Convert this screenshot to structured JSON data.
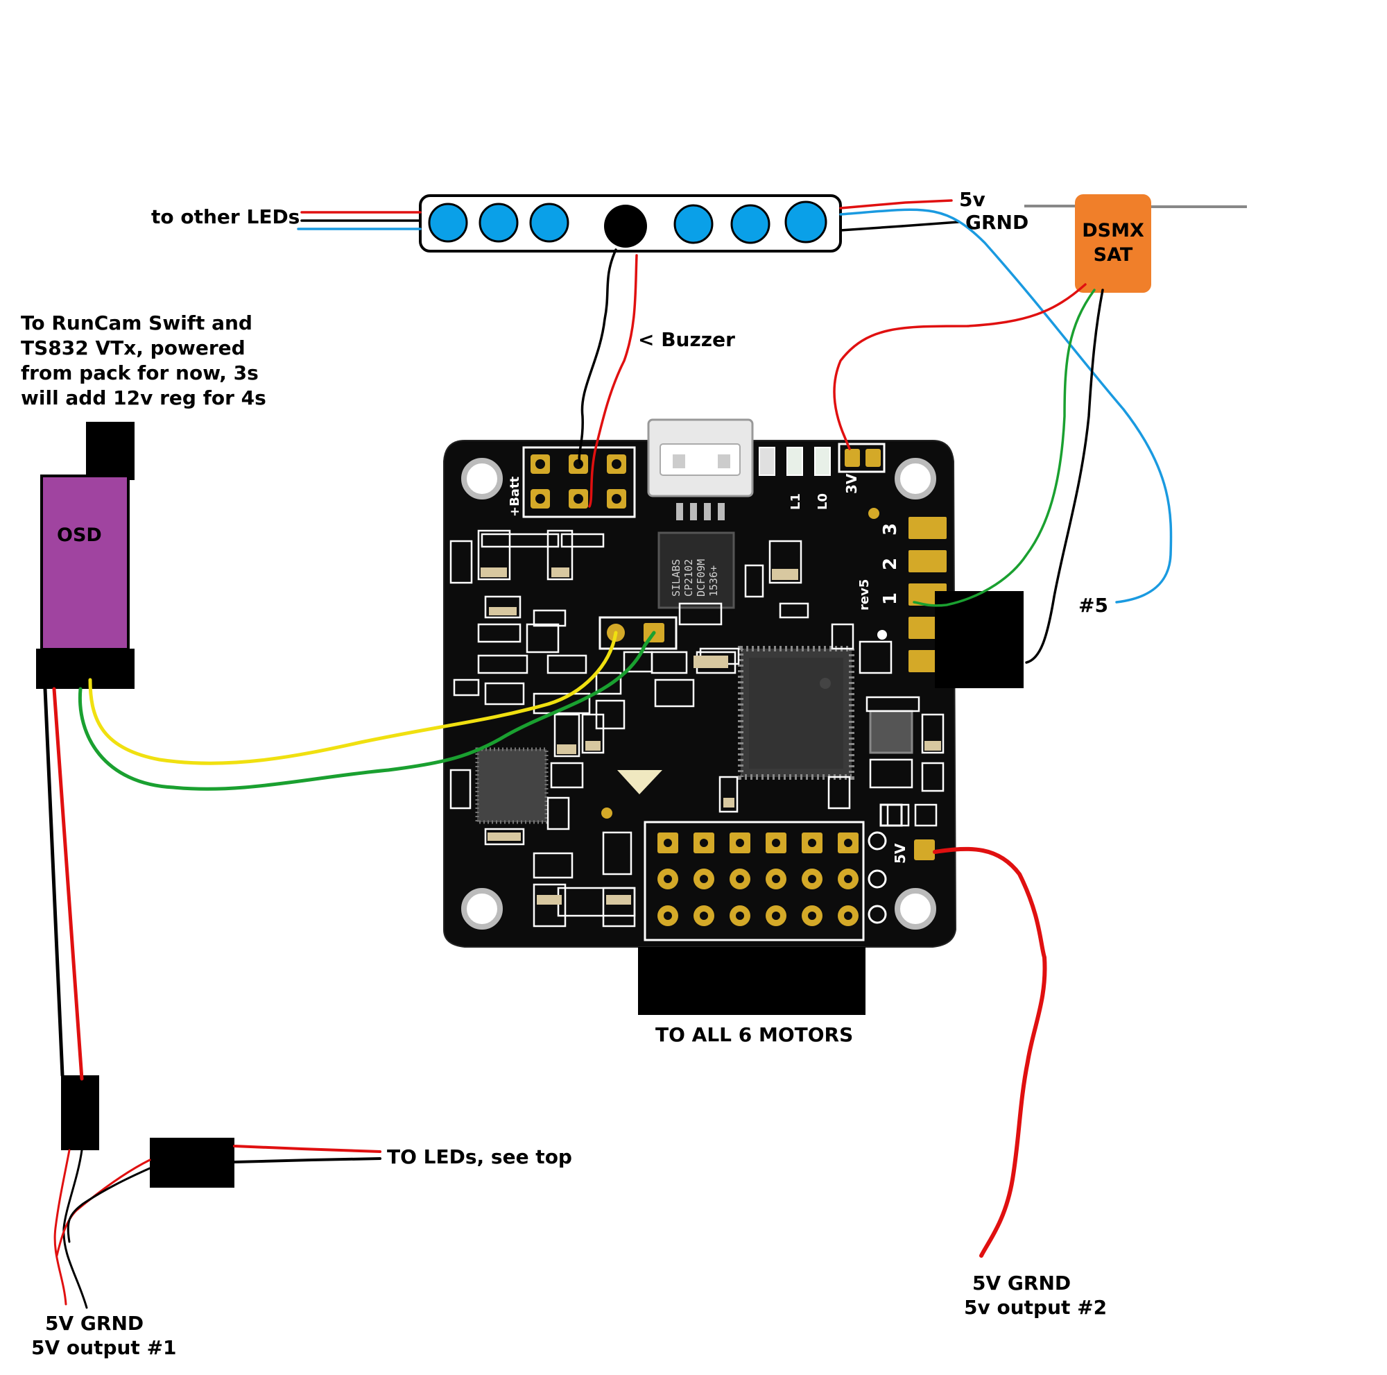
{
  "labels": {
    "to_other_leds": "to other LEDs",
    "v5_top": "5v",
    "grnd_top": "GRND",
    "dsmx_line1": "DSMX",
    "dsmx_line2": "SAT",
    "buzzer": "< Buzzer",
    "runcam_line1": "To RunCam Swift and",
    "runcam_line2": "TS832 VTx, powered",
    "runcam_line3": "from pack for now, 3s",
    "runcam_line4": "will add 12v reg for 4s",
    "osd": "OSD",
    "hash5": "#5",
    "motors": "TO ALL 6 MOTORS",
    "to_leds_see_top": "TO LEDs, see top",
    "out1_line1": "5V  GRND",
    "out1_line2": "5V output #1",
    "out2_line1": "5V   GRND",
    "out2_line2": "5v output #2"
  },
  "board": {
    "silk_3v": "3V",
    "silk_l1": "L1",
    "silk_l0": "L0",
    "silk_rev5": "rev5",
    "silk_1": "1",
    "silk_2": "2",
    "silk_3": "3",
    "silk_5v": "5V",
    "silk_vbatt": "+Batt",
    "usb_chip_l1": "SILABS",
    "usb_chip_l2": "CP2102",
    "usb_chip_l3": "DCF09M",
    "usb_chip_l4": "1536+"
  },
  "colors": {
    "led": "#0aa0e8",
    "wire_red": "#e01010",
    "wire_blue": "#1a9ae0",
    "wire_green": "#1aa030",
    "wire_yellow": "#f0e010",
    "dsmx": "#f07f2a",
    "osd": "#a044a0",
    "pcb": "#0c0c0c",
    "gold": "#d4a928"
  }
}
